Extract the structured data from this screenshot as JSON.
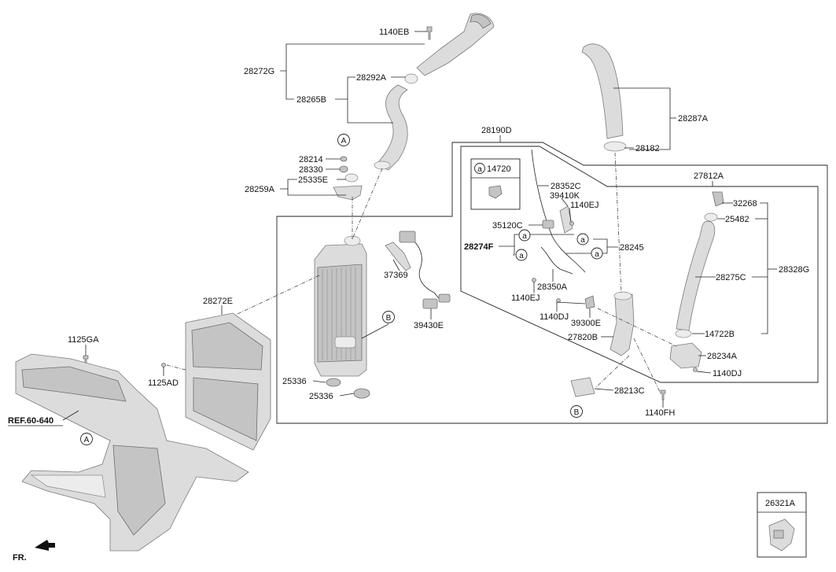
{
  "labels": {
    "p1140EB": "1140EB",
    "p28272G": "28272G",
    "p28292A": "28292A",
    "p28265B": "28265B",
    "p28214": "28214",
    "p28330": "28330",
    "p25335E": "25335E",
    "p28259A": "28259A",
    "p28287A": "28287A",
    "p28182": "28182",
    "p28190D": "28190D",
    "p27812A": "27812A",
    "p14720": "14720",
    "p28352C": "28352C",
    "p39410K": "39410K",
    "p1140EJ_a": "1140EJ",
    "p35120C": "35120C",
    "p28274F": "28274F",
    "p28245": "28245",
    "p28350A": "28350A",
    "p1140EJ_b": "1140EJ",
    "p1140DJ_a": "1140DJ",
    "p39300E": "39300E",
    "p27820B": "27820B",
    "p32268": "32268",
    "p25482": "25482",
    "p28275C": "28275C",
    "p28328G": "28328G",
    "p14722B": "14722B",
    "p28234A": "28234A",
    "p1140DJ_b": "1140DJ",
    "p28213C": "28213C",
    "p1140FH": "1140FH",
    "p37369": "37369",
    "p39430E": "39430E",
    "p28272E": "28272E",
    "p1125GA": "1125GA",
    "p1125AD": "1125AD",
    "p25336_a": "25336",
    "p25336_b": "25336",
    "ref": "REF.60-640",
    "fr": "FR.",
    "p26321A": "26321A"
  },
  "callouts": {
    "A": "A",
    "B": "B",
    "a": "a"
  }
}
